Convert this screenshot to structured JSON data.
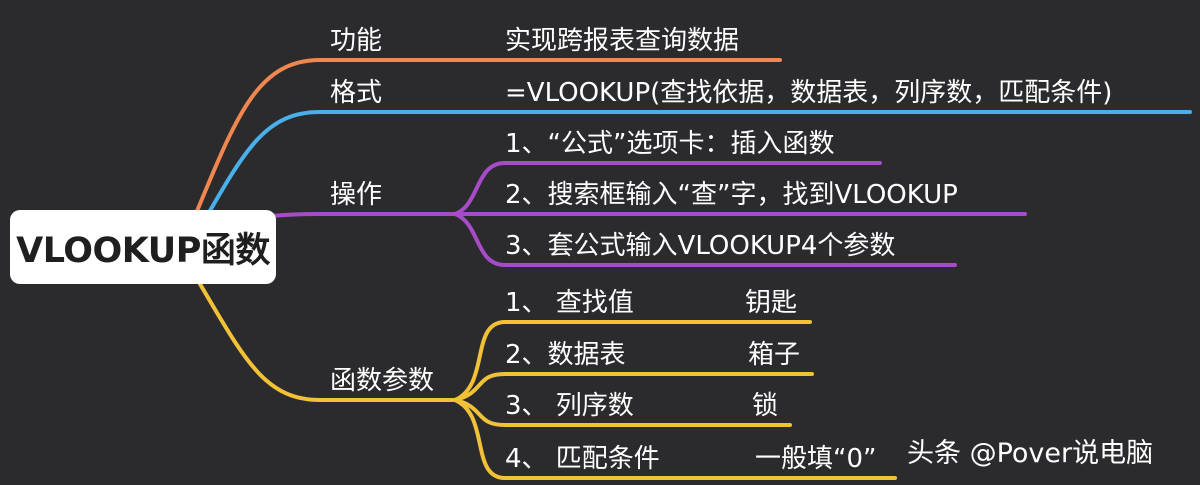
{
  "root": {
    "label": "VLOOKUP函数"
  },
  "branches": [
    {
      "name": "function",
      "label": "功能",
      "value": "实现跨报表查询数据",
      "color": "#f0874f"
    },
    {
      "name": "format",
      "label": "格式",
      "value": "=VLOOKUP(查找依据，数据表，列序数，匹配条件)",
      "color": "#4ab0ec"
    },
    {
      "name": "operation",
      "label": "操作",
      "color": "#a84bc8",
      "children": [
        {
          "label": "1、“公式”选项卡：插入函数"
        },
        {
          "label": "2、搜索框输入“查”字，找到VLOOKUP"
        },
        {
          "label": "3、套公式输入VLOOKUP4个参数"
        }
      ]
    },
    {
      "name": "params",
      "label": "函数参数",
      "color": "#f2c236",
      "children": [
        {
          "label": "1、 查找值",
          "note": "钥匙"
        },
        {
          "label": "2、数据表",
          "note": "箱子"
        },
        {
          "label": "3、 列序数",
          "note": "锁"
        },
        {
          "label": "4、 匹配条件",
          "note": "一般填“0”"
        }
      ]
    }
  ],
  "watermark": "头条 @Pover说电脑"
}
